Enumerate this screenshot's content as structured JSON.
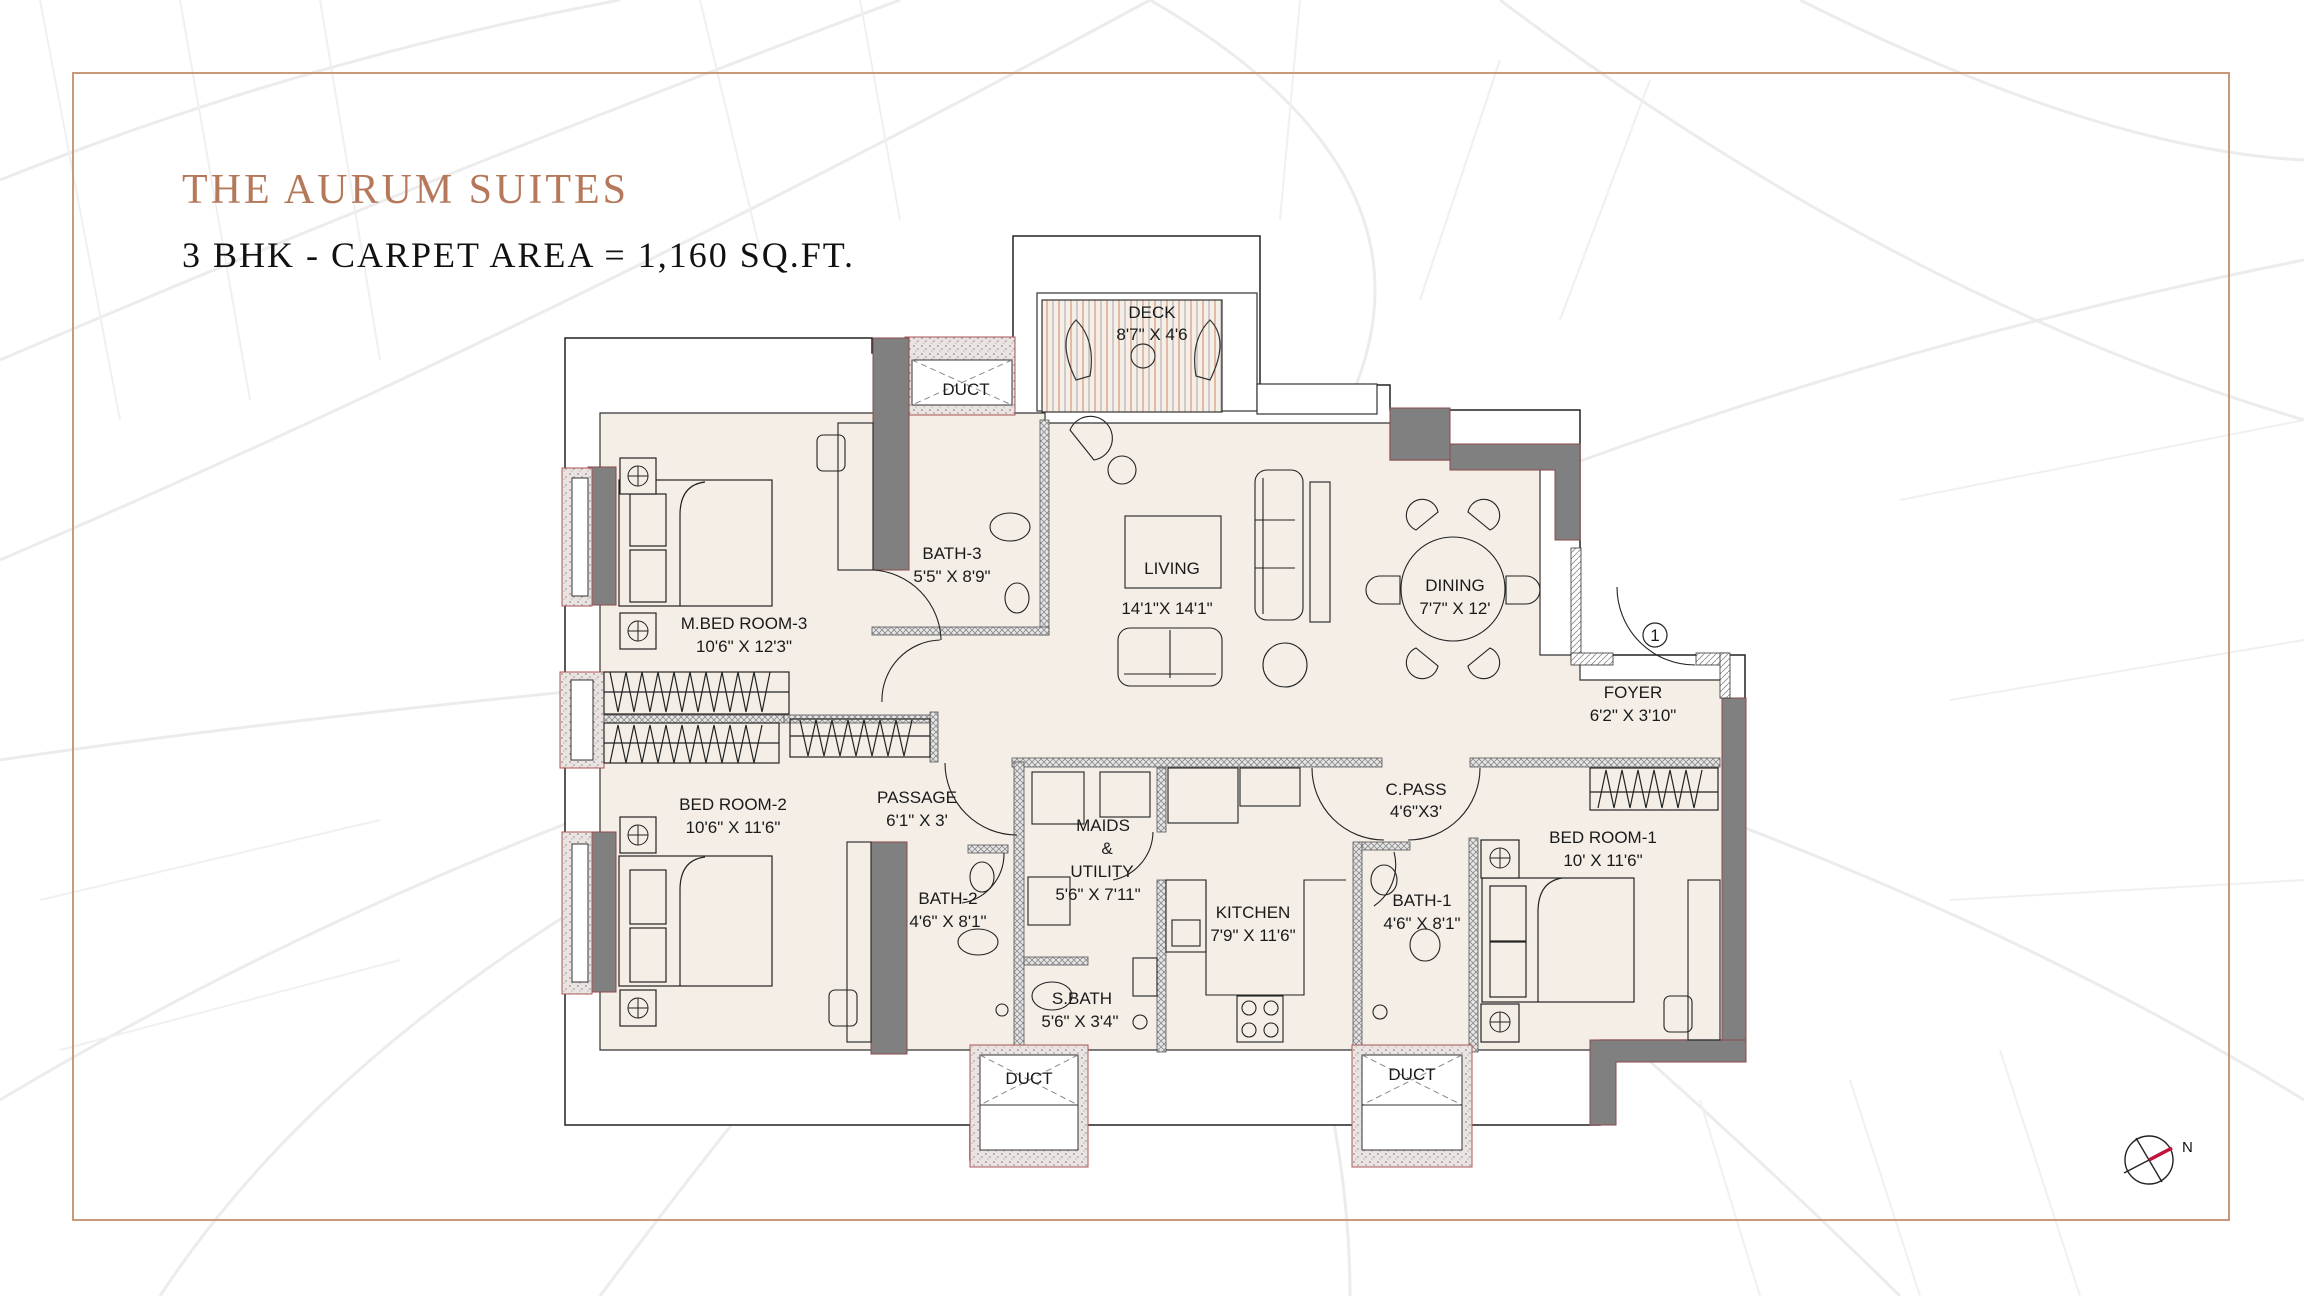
{
  "header": {
    "title": "THE AURUM SUITES",
    "subtitle": "3 BHK - CARPET AREA = 1,160 SQ.FT."
  },
  "colors": {
    "frame": "#c99a7a",
    "title": "#b5785a",
    "floor": "#f4eee7",
    "wall": "#808080",
    "deck_stripe": "#c98a6a",
    "compass_north": "#c0143c"
  },
  "rooms": [
    {
      "id": "deck",
      "name": "DECK",
      "size": "8'7\" X 4'6"
    },
    {
      "id": "duct-top",
      "name": "DUCT",
      "size": ""
    },
    {
      "id": "bath-3",
      "name": "BATH-3",
      "size": "5'5\" X 8'9\""
    },
    {
      "id": "living",
      "name": "LIVING",
      "size": "14'1\"X 14'1\""
    },
    {
      "id": "dining",
      "name": "DINING",
      "size": "7'7\" X 12'"
    },
    {
      "id": "m-bed-room-3",
      "name": "M.BED ROOM-3",
      "size": "10'6\" X 12'3\""
    },
    {
      "id": "foyer",
      "name": "FOYER",
      "size": "6'2\" X 3'10\""
    },
    {
      "id": "passage",
      "name": "PASSAGE",
      "size": "6'1\" X 3'"
    },
    {
      "id": "bed-room-2",
      "name": "BED ROOM-2",
      "size": "10'6\" X 11'6\""
    },
    {
      "id": "maids-utility",
      "name": "MAIDS & UTILITY",
      "name_lines": [
        "MAIDS",
        "&",
        "UTILITY"
      ],
      "size": "5'6\" X 7'11\""
    },
    {
      "id": "c-pass",
      "name": "C.PASS",
      "size": "4'6\"X3'"
    },
    {
      "id": "bed-room-1",
      "name": "BED ROOM-1",
      "size": "10' X 11'6\""
    },
    {
      "id": "bath-2",
      "name": "BATH-2",
      "size": "4'6\" X 8'1\""
    },
    {
      "id": "kitchen",
      "name": "KITCHEN",
      "size": "7'9\" X 11'6\""
    },
    {
      "id": "bath-1",
      "name": "BATH-1",
      "size": "4'6\" X 8'1\""
    },
    {
      "id": "s-bath",
      "name": "S.BATH",
      "size": "5'6\" X 3'4\""
    },
    {
      "id": "duct-bottom-left",
      "name": "DUCT",
      "size": ""
    },
    {
      "id": "duct-bottom-right",
      "name": "DUCT",
      "size": ""
    }
  ],
  "entrance_marker": "1",
  "compass": {
    "label": "N"
  }
}
